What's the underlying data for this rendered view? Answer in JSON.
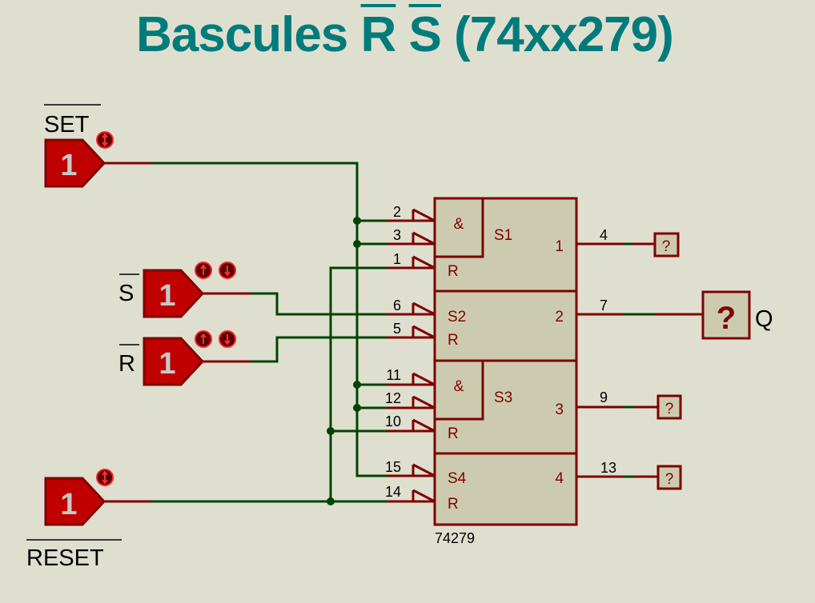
{
  "title": {
    "prefix": "Bascules",
    "r_bar": "R",
    "s_bar": "S",
    "suffix": "(74xx279)"
  },
  "colors": {
    "title": "#007b7b",
    "wire": "#004400",
    "component": "#800000",
    "logic_source_fill": "#c00000",
    "ic_fill": "#cccbb0",
    "background": "#dfdfd0"
  },
  "inputs": [
    {
      "label": "SET",
      "inverted": true,
      "value": "1",
      "control": "toggle-icon"
    },
    {
      "label": "S",
      "inverted": true,
      "value": "1",
      "control": "up-down-icons"
    },
    {
      "label": "R",
      "inverted": true,
      "value": "1",
      "control": "up-down-icons"
    },
    {
      "label": "RESET",
      "inverted": true,
      "value": "1",
      "control": "toggle-icon"
    }
  ],
  "ic": {
    "part": "74279",
    "sections": [
      {
        "name": "S1",
        "and": "&",
        "reset": "R",
        "out_index": "1",
        "set_pins": [
          "2",
          "3"
        ],
        "reset_pin": "1",
        "out_pin": "4"
      },
      {
        "name": "S2",
        "reset": "R",
        "out_index": "2",
        "set_pins": [
          "6"
        ],
        "reset_pin": "5",
        "out_pin": "7"
      },
      {
        "name": "S3",
        "and": "&",
        "reset": "R",
        "out_index": "3",
        "set_pins": [
          "11",
          "12"
        ],
        "reset_pin": "10",
        "out_pin": "9"
      },
      {
        "name": "S4",
        "reset": "R",
        "out_index": "4",
        "set_pins": [
          "15"
        ],
        "reset_pin": "14",
        "out_pin": "13"
      }
    ]
  },
  "probes": [
    {
      "pin": "4",
      "value": "?"
    },
    {
      "pin": "7",
      "value": "?",
      "label": "Q"
    },
    {
      "pin": "9",
      "value": "?"
    },
    {
      "pin": "13",
      "value": "?"
    }
  ]
}
